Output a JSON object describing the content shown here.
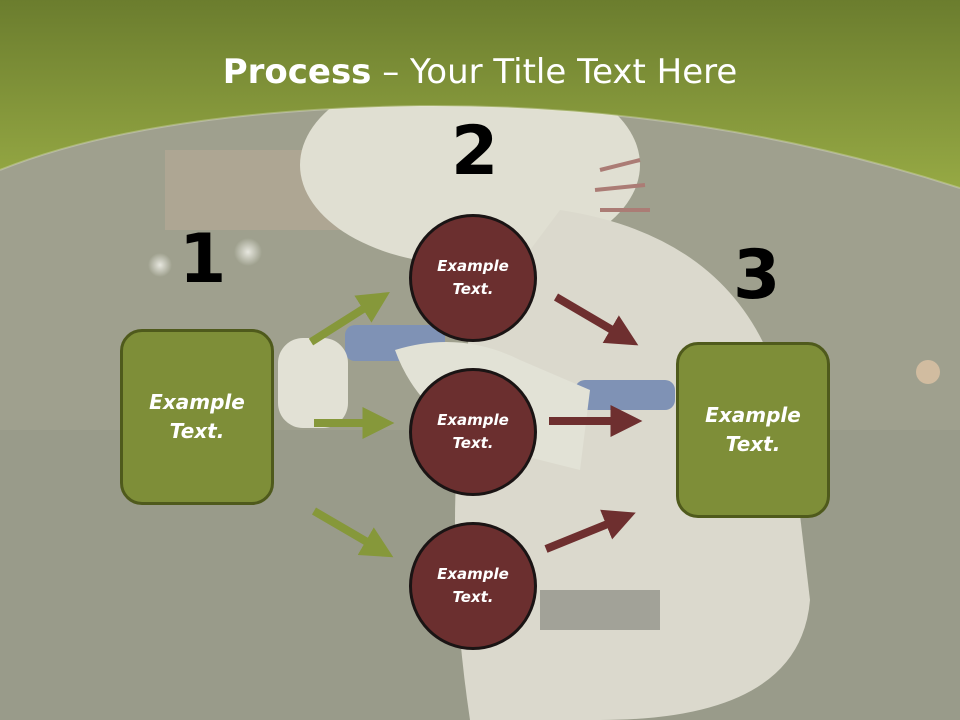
{
  "title": {
    "bold": "Process",
    "rest": " – Your Title Text Here"
  },
  "steps": [
    {
      "number": "1",
      "text": "Example Text."
    },
    {
      "number": "2",
      "items": [
        "Example Text.",
        "Example Text.",
        "Example Text."
      ]
    },
    {
      "number": "3",
      "text": "Example Text."
    }
  ],
  "colors": {
    "header_green": "#8a9c3e",
    "box_green": "#7e8e38",
    "circle_maroon": "#6b2f2f",
    "arrow_green": "#86983a",
    "arrow_maroon": "#6e2f2f"
  }
}
